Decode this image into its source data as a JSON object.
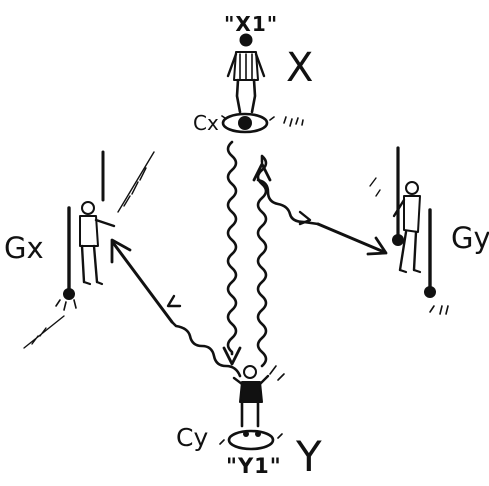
{
  "labels": {
    "player_x1": "\"X1\"",
    "team_x": "X",
    "cone_x": "Cx",
    "goal_x": "Gx",
    "goal_y": "Gy",
    "cone_y": "Cy",
    "player_y1": "\"Y1\"",
    "team_y": "Y"
  },
  "colors": {
    "ink": "#111111",
    "background": "#ffffff"
  }
}
